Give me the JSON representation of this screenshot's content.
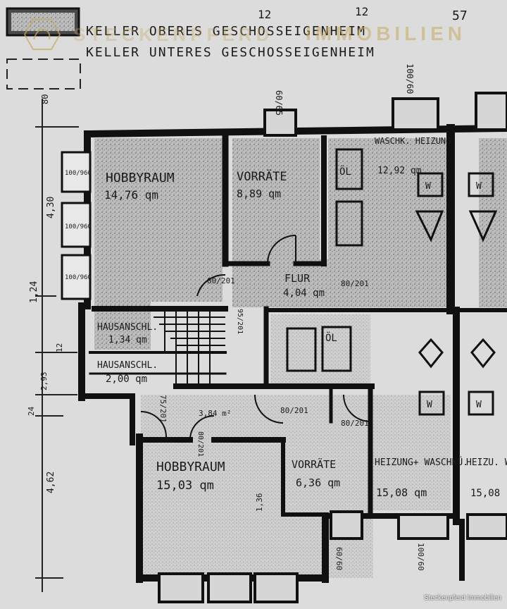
{
  "header": {
    "line1": "KELLER OBERES GESCHOSSEIGENHEIM",
    "line2": "KELLER UNTERES GESCHOSSEIGENHEIM",
    "top_dims": [
      "12",
      "12",
      "57"
    ]
  },
  "watermark": {
    "prefix": "STECKENPFERD",
    "brand": "IMMOBILIEN",
    "credit": "Steckenpferd Immobilien"
  },
  "rooms": {
    "hobby_upper": {
      "name": "HOBBYRAUM",
      "area": "14,76 qm"
    },
    "vorraete_upper": {
      "name": "VORRÄTE",
      "area": "8,89 qm"
    },
    "wasch_upper": {
      "name": "WASCHK. HEIZUNG",
      "area": "12,92 qm"
    },
    "flur": {
      "name": "FLUR",
      "area": "4,04 qm"
    },
    "hausan_upper": {
      "name": "HAUSANSCHL.",
      "area": "1,34 qm"
    },
    "hausan_lower": {
      "name": "HAUSANSCHL.",
      "area": "2,00 qm"
    },
    "flur_lower": {
      "area": "3,84 m²"
    },
    "oel": {
      "name": "ÖL"
    },
    "oel_upper": {
      "name": "ÖL"
    },
    "hobby_lower": {
      "name": "HOBBYRAUM",
      "area": "15,03 qm"
    },
    "vorraete_lower": {
      "name": "VORRÄTE",
      "area": "6,36 qm"
    },
    "heizung_lower": {
      "name": "HEIZUNG+ WASCHKÜ.",
      "area": "15,08 qm"
    },
    "heizung_right": {
      "name": "HEIZU. WASCH",
      "area": "15,08"
    }
  },
  "doors": {
    "d1": "80/201",
    "d2": "95/201",
    "d3": "80/201",
    "d4": "75/201",
    "d5": "80/201",
    "d6": "80/201",
    "d7": "80/201"
  },
  "fixtures": {
    "w": "W",
    "windows": [
      "100/960",
      "100/960",
      "100/960"
    ],
    "vent_top": [
      "60/65",
      "100/60"
    ],
    "dims_left": [
      "80",
      "4,30",
      "1,24",
      "4,62",
      "12",
      "2,93",
      "24"
    ],
    "dims_bottom": [
      "60/60",
      "100/60"
    ],
    "stair": "1,36"
  }
}
